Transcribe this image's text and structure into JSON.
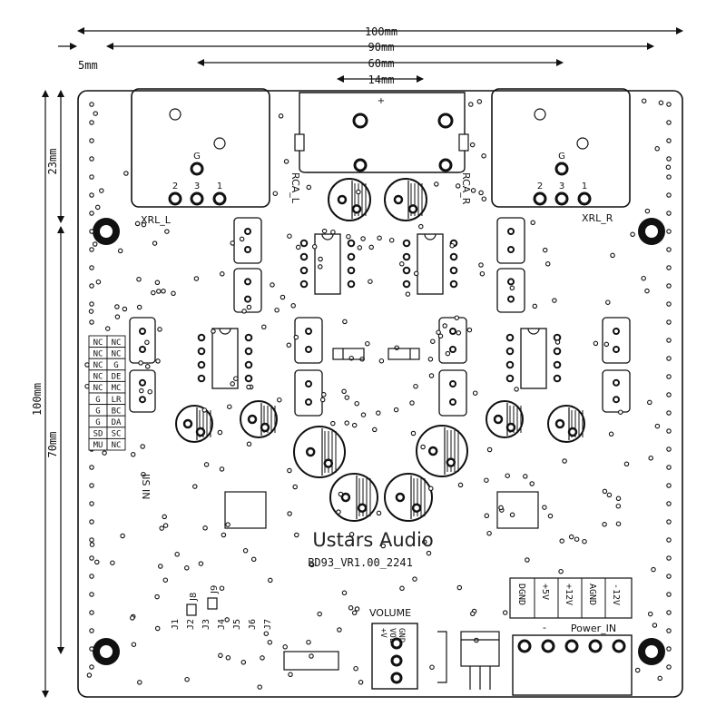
{
  "dimensions": {
    "w100": "100mm",
    "w90": "90mm",
    "w60": "60mm",
    "w14": "14mm",
    "w5": "5mm",
    "h100": "100mm",
    "h23": "23mm",
    "h70": "70mm"
  },
  "board": {
    "brand": "Ustars Audio",
    "model": "BD93_VR1.00_2241",
    "iis_label": "IIS IN"
  },
  "connectors": {
    "xrl_left": "XRL_L",
    "xrl_right": "XRL_R",
    "rca_left": "RCA_L",
    "rca_right": "RCA_R",
    "rca_plus": "+",
    "xlr_g": "G",
    "xlr_p2": "2",
    "xlr_p3": "3",
    "xlr_p1": "1"
  },
  "iis_header": {
    "left": [
      "NC",
      "NC",
      "NC",
      "NC",
      "NC",
      "G",
      "G",
      "G",
      "SD",
      "MU"
    ],
    "right": [
      "NC",
      "NC",
      "G",
      "DE",
      "MC",
      "LR",
      "BC",
      "DA",
      "SC",
      "NC"
    ]
  },
  "jumpers": {
    "j8": "J8",
    "j9": "J9",
    "row": [
      "J1",
      "J2",
      "J3",
      "J4",
      "J5",
      "J6",
      "J7"
    ]
  },
  "volume": {
    "title": "VOLUME",
    "pins": [
      "+V",
      "VOL",
      "GND"
    ]
  },
  "power": {
    "title": "Power_IN",
    "pins": [
      "DGND",
      "+5V",
      "+12V",
      "AGND",
      "-12V"
    ],
    "minus": "-"
  }
}
